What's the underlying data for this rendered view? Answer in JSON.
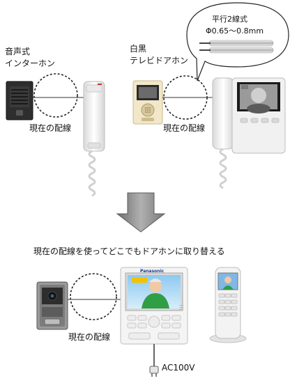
{
  "top_left": {
    "title_line1": "音声式",
    "title_line2": "インターホン",
    "wiring_label": "現在の配線"
  },
  "top_right": {
    "title_line1": "白黒",
    "title_line2": "テレビドアホン",
    "wiring_label": "現在の配線"
  },
  "callout": {
    "line1": "平行2線式",
    "line2": "Φ0.65～0.8mm"
  },
  "bottom": {
    "headline": "現在の配線を使ってどこでもドアホンに取り替える",
    "wiring_label": "現在の配線",
    "power_label": "AC100V",
    "brand": "Panasonic"
  },
  "colors": {
    "arrow_fill": "#8c8c8c",
    "device_white": "#f1f1f1",
    "dark_station": "#2e2e2e"
  }
}
